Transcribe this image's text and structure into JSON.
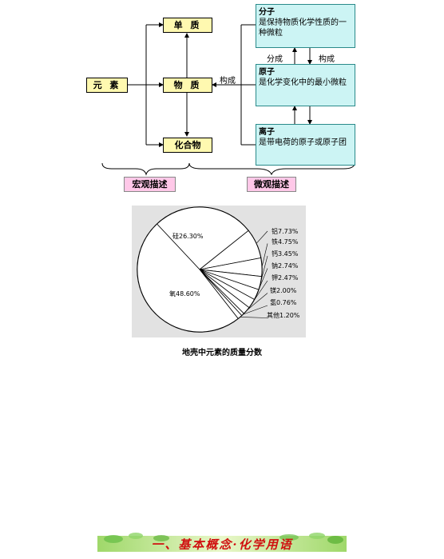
{
  "diagram": {
    "element": "元 素",
    "simple": "单 质",
    "substance": "物 质",
    "compound": "化合物",
    "molecule": {
      "title": "分子",
      "desc": "是保持物质化学性质的一种微粒"
    },
    "atom": {
      "title": "原子",
      "desc": "是化学变化中的最小微粒"
    },
    "ion": {
      "title": "离子",
      "desc": "是带电荷的原子或原子团"
    },
    "compose_label": "构成",
    "split_label": "分成",
    "form_label": "构成",
    "macro_label": "宏观描述",
    "micro_label": "微观描述"
  },
  "chart_data": {
    "type": "pie",
    "title": "地壳中元素的质量分数",
    "slices": [
      {
        "name": "氧",
        "value": 48.6,
        "label": "氧48.60%"
      },
      {
        "name": "硅",
        "value": 26.3,
        "label": "硅26.30%"
      },
      {
        "name": "铝",
        "value": 7.73,
        "label": "铝7.73%"
      },
      {
        "name": "铁",
        "value": 4.75,
        "label": "铁4.75%"
      },
      {
        "name": "钙",
        "value": 3.45,
        "label": "钙3.45%"
      },
      {
        "name": "钠",
        "value": 2.74,
        "label": "钠2.74%"
      },
      {
        "name": "钾",
        "value": 2.47,
        "label": "钾2.47%"
      },
      {
        "name": "镁",
        "value": 2.0,
        "label": "镁2.00%"
      },
      {
        "name": "氢",
        "value": 0.76,
        "label": "氢0.76%"
      },
      {
        "name": "其他",
        "value": 1.2,
        "label": "其他1.20%"
      }
    ]
  },
  "footer": {
    "banner": "一、基本概念·化学用语"
  },
  "colors": {
    "yellow_box": "#fff9b0",
    "cyan_box": "#ccf4f4",
    "pink_box": "#ffc8e8",
    "banner_red": "#d01010"
  }
}
